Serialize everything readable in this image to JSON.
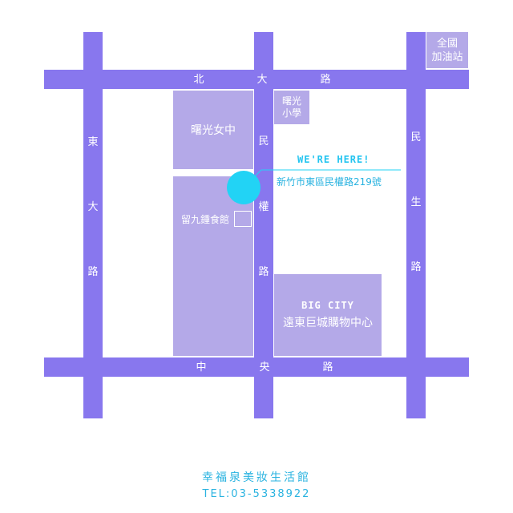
{
  "roads": {
    "north_road": [
      "北",
      "大",
      "路"
    ],
    "central_road": [
      "中",
      "央",
      "路"
    ],
    "east_road": [
      "東",
      "大",
      "路"
    ],
    "minquan_road": [
      "民",
      "權",
      "路"
    ],
    "minsheng_road": [
      "民",
      "生",
      "路"
    ]
  },
  "landmarks": {
    "gas_station": [
      "全國",
      "加油站"
    ],
    "elementary_school": [
      "曙光",
      "小學"
    ],
    "girls_high_school": "曙光女中",
    "noodle_shop": "留九鍾食館",
    "mall_en": "BIG CITY",
    "mall_zh": "遠東巨城購物中心"
  },
  "marker": {
    "title": "WE'RE HERE!",
    "address": "新竹市東區民權路219號"
  },
  "footer": {
    "store_name": "幸福泉美妝生活館",
    "phone": "TEL:03-5338922"
  },
  "colors": {
    "road": "#8877ee",
    "block": "#b4a9e8",
    "marker": "#22d3f5",
    "footer_text": "#2ab3e0"
  }
}
